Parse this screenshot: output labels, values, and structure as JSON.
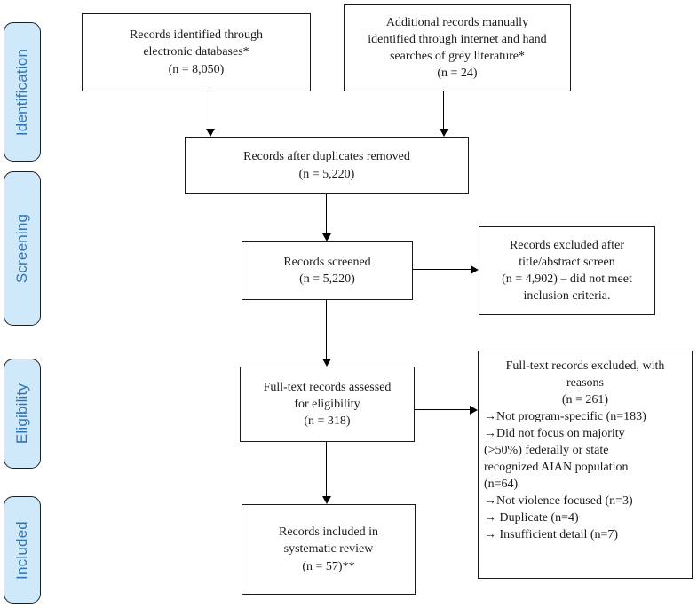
{
  "figure": {
    "type": "prisma-flow-diagram"
  },
  "colors": {
    "sidebar_fill": "#cfe9fb",
    "sidebar_text": "#2e75b6",
    "box_border": "#1a1a1a",
    "arrow": "#000000",
    "background": "#ffffff"
  },
  "sidebar": {
    "stages": [
      {
        "label": "Identification"
      },
      {
        "label": "Screening"
      },
      {
        "label": "Eligibility"
      },
      {
        "label": "Included"
      }
    ]
  },
  "boxes": {
    "identified": {
      "text": "Records identified through\nelectronic databases*",
      "count": "(n = 8,050)"
    },
    "manual": {
      "text": "Additional records manually\nidentified through internet and hand\nsearches of grey literature*",
      "count": "(n = 24)"
    },
    "duplicates_removed": {
      "text": "Records after duplicates removed",
      "count": "(n = 5,220)"
    },
    "screened": {
      "text": "Records screened",
      "count": "(n = 5,220)"
    },
    "excluded_title_abstract": {
      "text": "Records excluded after\ntitle/abstract screen\n(n = 4,902) – did not meet\ninclusion criteria."
    },
    "fulltext_assessed": {
      "text": "Full-text records assessed\nfor eligibility",
      "count": "(n = 318)"
    },
    "fulltext_excluded": {
      "title": "Full-text records excluded, with\nreasons",
      "count": "(n = 261)",
      "reasons": [
        "→Not program-specific (n=183)",
        "→Did not focus on majority\n(>50%) federally or state\nrecognized AIAN population\n(n=64)",
        "→Not violence focused (n=3)",
        "→ Duplicate (n=4)",
        "→ Insufficient detail (n=7)"
      ]
    },
    "included_review": {
      "text": "Records included in\nsystematic review",
      "count": "(n = 57)**"
    }
  }
}
